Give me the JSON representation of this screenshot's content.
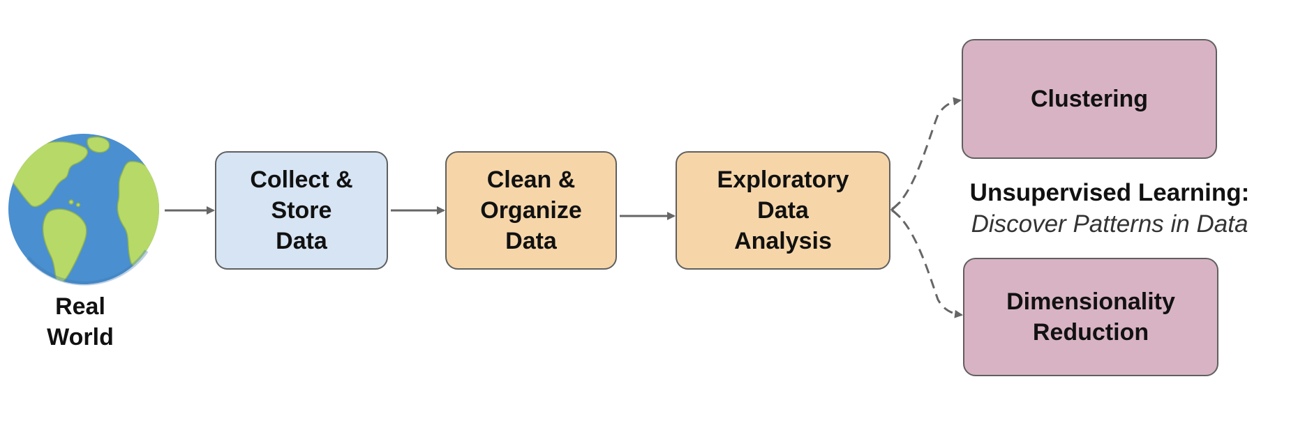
{
  "nodes": {
    "real_world": "Real\nWorld",
    "collect": "Collect &\nStore\nData",
    "clean": "Clean &\nOrganize\nData",
    "eda": "Exploratory\nData\nAnalysis",
    "clustering": "Clustering",
    "dimred": "Dimensionality\nReduction"
  },
  "unsupervised": {
    "title": "Unsupervised Learning:",
    "subtitle": "Discover Patterns in Data"
  },
  "colors": {
    "collect_fill": "#d6e4f3",
    "process_fill": "#f6d6a9",
    "unsupervised_fill": "#d8b3c3",
    "border": "#5f5f5f",
    "arrow": "#666666"
  },
  "icons": {
    "globe": "globe-icon"
  }
}
